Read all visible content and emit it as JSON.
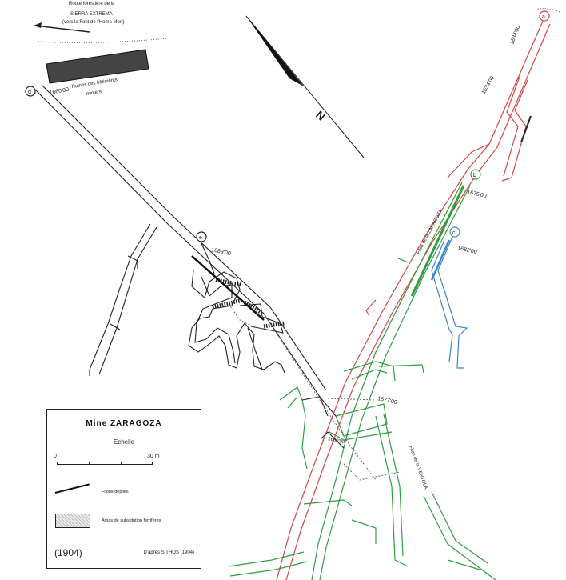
{
  "top_note": {
    "line1": "Route forestière de la",
    "line2": "SIERRA EXTREMA",
    "line3": "(vers la Font de l'Home Mort)"
  },
  "ruins_label": {
    "line1": "Ruines des bâtiments",
    "line2": "miniers"
  },
  "north_arrow": {
    "label": "N"
  },
  "points": [
    {
      "letter": "a",
      "altitude": "1634'00",
      "color": "#d64545"
    },
    {
      "letter": "b",
      "altitude": "1675'00",
      "color": "#2e9e3e"
    },
    {
      "letter": "c",
      "altitude": "1682'00",
      "color": "#3a86c8"
    },
    {
      "letter": "d",
      "altitude": "1660'00",
      "color": "#222222"
    },
    {
      "letter": "e",
      "altitude": "1689'00",
      "color": "#222222"
    }
  ],
  "altitudes_extra": {
    "a2": "1634'00",
    "mid": "1677'00",
    "low": "1660'00"
  },
  "vein_labels": {
    "zaragoza": "Filon de la ZARAGOZA",
    "ventola": "Filon de la VENTOLA"
  },
  "legend": {
    "title": "Mine ZARAGOZA",
    "scale_label": "Echelle",
    "scale_min": "0",
    "scale_max": "30 m",
    "line_item": "Filons dépilés",
    "area_item": "Amas de substitution ferrifères",
    "source": "D'après S.THOS (1904)"
  },
  "year": "(1904)",
  "colors": {
    "red": "#d64545",
    "green": "#2e9e3e",
    "blue": "#3a86c8",
    "black": "#222222"
  }
}
